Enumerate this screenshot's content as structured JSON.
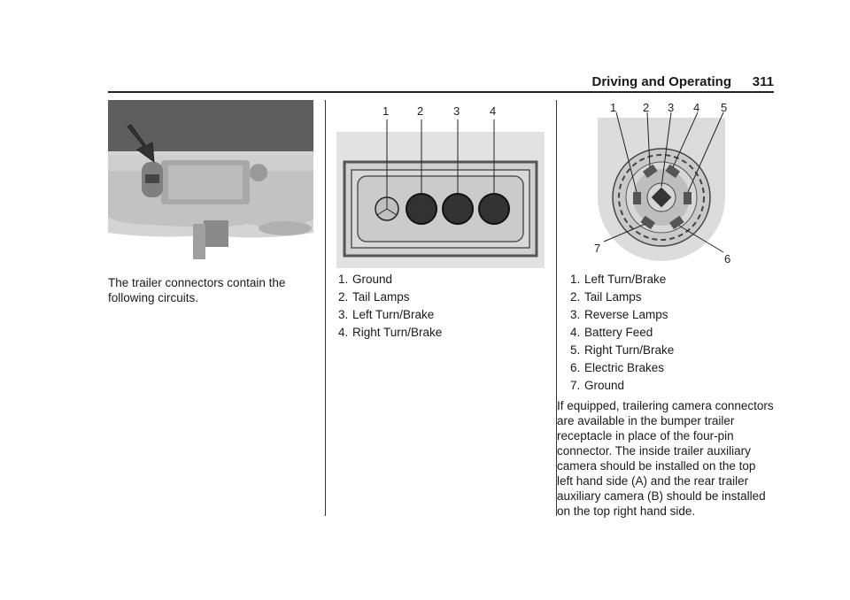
{
  "header": {
    "section": "Driving and Operating",
    "page_number": "311"
  },
  "left_column": {
    "intro_text": "The trailer connectors contain the following circuits."
  },
  "four_pin": {
    "diagram_labels": [
      "1",
      "2",
      "3",
      "4"
    ],
    "items": [
      {
        "num": "1.",
        "label": "Ground"
      },
      {
        "num": "2.",
        "label": "Tail Lamps"
      },
      {
        "num": "3.",
        "label": "Left Turn/Brake"
      },
      {
        "num": "4.",
        "label": "Right Turn/Brake"
      }
    ]
  },
  "seven_pin": {
    "diagram_labels": [
      "1",
      "2",
      "3",
      "4",
      "5",
      "6",
      "7"
    ],
    "items": [
      {
        "num": "1.",
        "label": "Left Turn/Brake"
      },
      {
        "num": "2.",
        "label": "Tail Lamps"
      },
      {
        "num": "3.",
        "label": "Reverse Lamps"
      },
      {
        "num": "4.",
        "label": "Battery Feed"
      },
      {
        "num": "5.",
        "label": "Right Turn/Brake"
      },
      {
        "num": "6.",
        "label": "Electric Brakes"
      },
      {
        "num": "7.",
        "label": "Ground"
      }
    ],
    "paragraph": "If equipped, trailering camera connectors are available in the bumper trailer receptacle in place of the four-pin connector. The inside trailer auxiliary camera should be installed on the top left hand side (A) and the rear trailer auxiliary camera (B) should be installed on the top right hand side."
  }
}
